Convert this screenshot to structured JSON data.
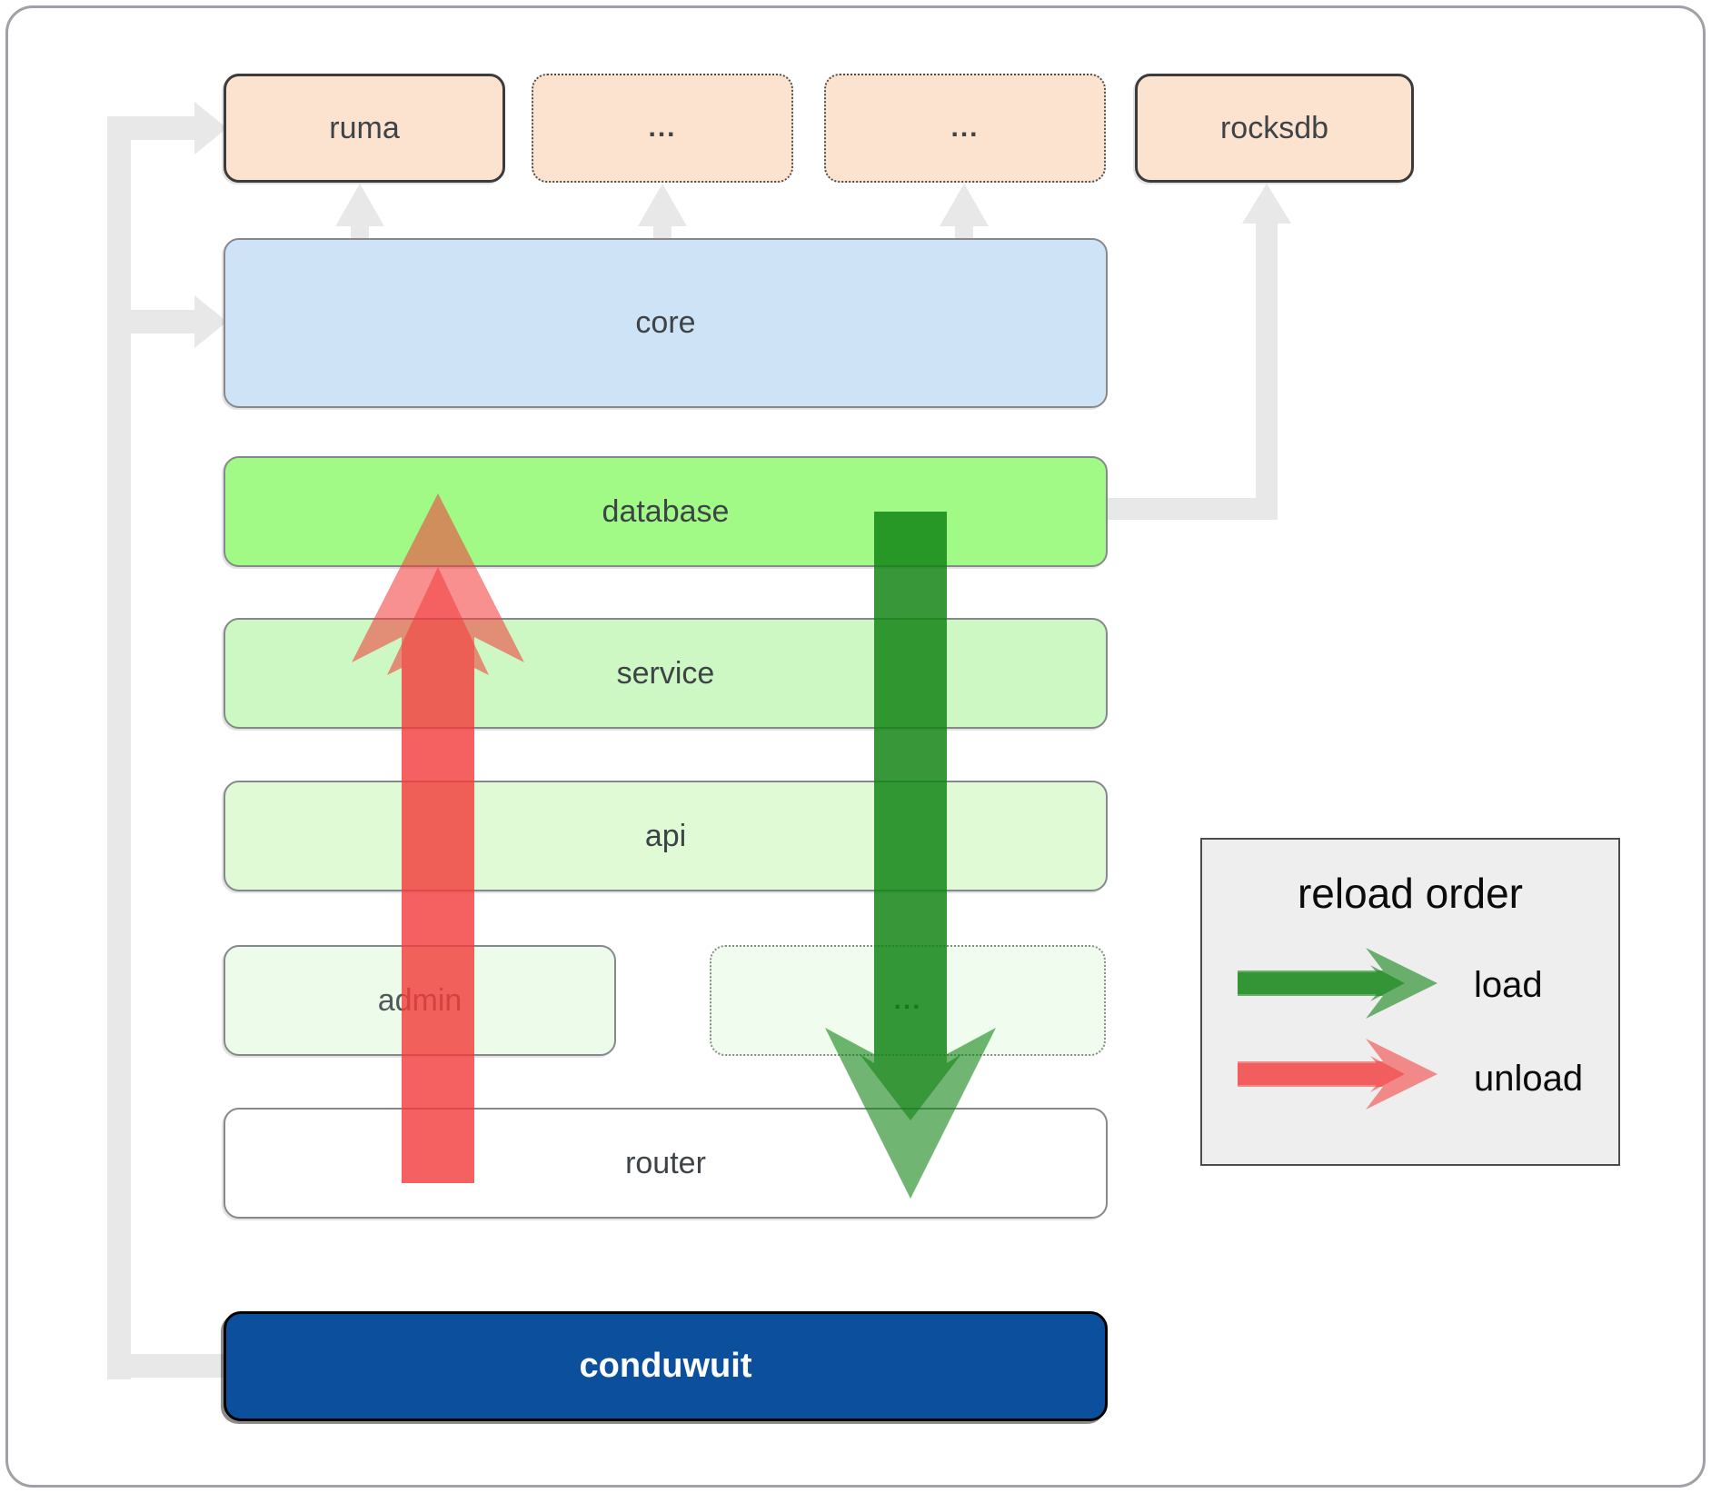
{
  "boxes": {
    "ruma": "ruma",
    "deps_dots_1": "...",
    "deps_dots_2": "...",
    "rocksdb": "rocksdb",
    "core": "core",
    "database": "database",
    "service": "service",
    "api": "api",
    "admin": "admin",
    "service_dots": "...",
    "router": "router",
    "conduwuit": "conduwuit"
  },
  "legend": {
    "title": "reload order",
    "load_label": "load",
    "unload_label": "unload"
  },
  "colors": {
    "peach_fill": "#fbe3d0",
    "core_blue": "#cfe3f7",
    "database_green": "#a0fa85",
    "service_green": "#cdf8c3",
    "api_green": "#dffad5",
    "admin_green": "#edfcea",
    "dots_box_green": "#f0fdee",
    "router_white": "#ffffff",
    "conduwuit_blue": "#0c4f9d",
    "legend_bg": "#eeeeee",
    "connector_gray": "#e8e8e8",
    "load_green": "#118414",
    "unload_red": "#f23b3b",
    "label_dark": "#3e4347"
  }
}
